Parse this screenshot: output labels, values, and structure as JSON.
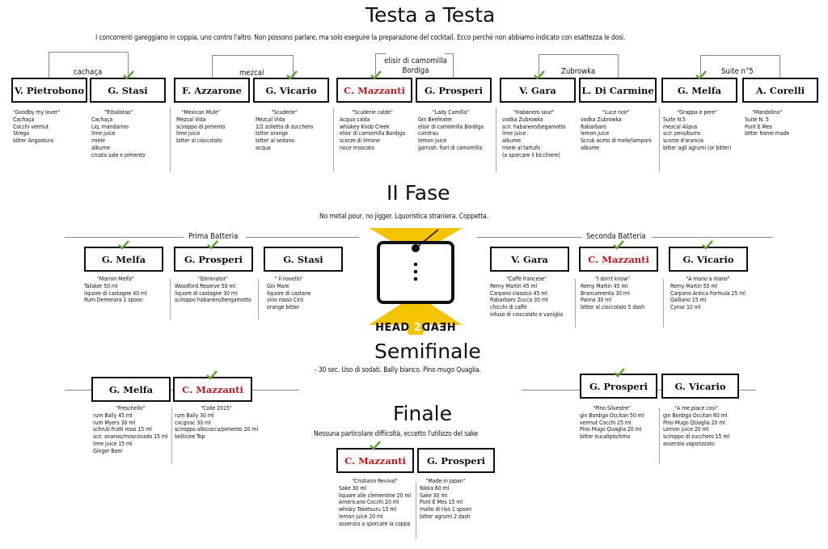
{
  "titles": {
    "round1": "Testa a Testa",
    "round2": "II Fase",
    "semi": "Semifinale",
    "final": "Finale"
  },
  "subtitles": {
    "round1": "I concorrenti gareggiano in coppia, uno contro l'altro. Non possono parlare, ma solo eseguire la preparazione del cocktail. Ecco perchè non abbiamo indicato con esattezza le dosi.",
    "round2": "No metal pour, no jigger. Lquoristica straniera. Coppetta.",
    "semi": "- 30 sec. Uso di sodati. Bally bianco. Pino mugo Quaglia.",
    "final": "Nessuna particolare difficoltà, eccetto l'utilizzo del sake"
  },
  "logo_text": "HEAD 2 HEAD",
  "round1": {
    "pairs": [
      {
        "label": "cachaça",
        "left": "V. Pietrobono",
        "right": "G. Stasi"
      },
      {
        "label": "mezcal",
        "left": "F. Azzarone",
        "right": "G. Vicario"
      },
      {
        "label": "elisir di camomilla Bordiga",
        "left": "C. Mazzanti",
        "right": "G. Prosperi"
      },
      {
        "label": "Zubrowka",
        "left": "V. Gara",
        "right": "L. Di Carmine"
      },
      {
        "label": "Suite n°5",
        "left": "G. Melfa",
        "right": "A. Corelli"
      }
    ],
    "recipes": [
      {
        "name": "\"Goodby my lover\"",
        "lines": [
          "Cachaça",
          "Cocchi vermut",
          "Strega",
          "bitter Angostura"
        ]
      },
      {
        "name": "\"Tribalistas\"",
        "lines": [
          "Cachaça",
          "Liq. mandarino",
          "lime juice",
          "miele",
          "albume",
          "crusta sale e pimento"
        ]
      },
      {
        "name": "\"Mexican Mule\"",
        "lines": [
          "Mezcal Vida",
          "sciroppo di pimento",
          "lime juice",
          "bitter al cioccolato"
        ]
      },
      {
        "name": "\"Scuderie\"",
        "lines": [
          "Mezcal Vida",
          "1/2 zolletta di zucchero",
          "bitter orange",
          "bitter al sedano",
          "acqua"
        ]
      },
      {
        "name": "\"Scuderie calde\"",
        "lines": [
          "Acqua calda",
          "whiskey Knob Creek",
          "elisir di camomilla Bordiga",
          "scorze di limone",
          "noce moscata"
        ]
      },
      {
        "name": "\"Lady Camilla\"",
        "lines": [
          "Gin Beefeater",
          "elisir di camomilla Bordiga",
          "cointrau",
          "lemon juice",
          "garnish: fiori di camomilla"
        ]
      },
      {
        "name": "\"Habanero sour\"",
        "lines": [
          "vodka Zubrowka",
          "scir. habanero/begamotto",
          "lime juice",
          "albume",
          "miele al tartufo",
          "(a sporcare il bicchiere)"
        ]
      },
      {
        "name": "\"Luce noir\"",
        "lines": [
          "vodka Zubrowka",
          "Rabarbaro",
          "lemon juice",
          "Scrub aceto di mele/lamponi",
          "albume"
        ]
      },
      {
        "name": "\"Grappa e pere\"",
        "lines": [
          "Suite N.5",
          "mezcal Alipus",
          "scir. pera/burro",
          "scorze d'arancia",
          "bitter agli agrumi (or bitter)"
        ]
      },
      {
        "name": "\"Mandolino\"",
        "lines": [
          "Suite N. 5",
          "Punt E Mes",
          "bitter home made"
        ]
      }
    ]
  },
  "round2": {
    "group1_label": "Prima Batteria",
    "group2_label": "Seconda Batteria",
    "boxes": [
      "G. Melfa",
      "G. Prosperi",
      "G. Stasi",
      "V. Gara",
      "C. Mazzanti",
      "G. Vicario"
    ],
    "recipes": [
      {
        "name": "\"Marron Melfa\"",
        "lines": [
          "Talisker 50 ml",
          "liquore di castagne 40 ml",
          "Rum Demerara 1 spoon"
        ]
      },
      {
        "name": "\"Eliminator\"",
        "lines": [
          "Woodford Reserve 50 ml",
          "liquore di castagne 30 ml",
          "sciroppo habanero/bergamotto"
        ]
      },
      {
        "name": "\" Il novello\"",
        "lines": [
          "Gin Mare",
          "liquore di castane",
          "vino rosso Cirò",
          "orange bitter"
        ]
      },
      {
        "name": "\"Caffè francese\"",
        "lines": [
          "Remy Martin 45 ml",
          "Carpano classico 45 ml",
          "Rabarbaro Zucca 30 ml",
          "chicchi di caffè",
          "infuso di cioccolato e vaniglia"
        ]
      },
      {
        "name": "\"I don't know\"",
        "lines": [
          "Remy Martin 45 ml",
          "Brancamenta 30 ml",
          "Panna 30 ml",
          "bitter al cioccolato 5 dash"
        ]
      },
      {
        "name": "\"A mano a mano\"",
        "lines": [
          "Remy Martin 50 ml",
          "Carpano Antica Formula 25 ml",
          "Galliano 15 ml",
          "Cynar 10 ml"
        ]
      }
    ]
  },
  "semifinal": {
    "boxes": [
      "G. Melfa",
      "C. Mazzanti",
      "G. Prosperi",
      "G. Vicario"
    ],
    "recipes": [
      {
        "name": "\"Freschello\"",
        "lines": [
          "rum Bally 45 ml",
          "rum Myers 30 ml",
          "schrub frutti rossi 15 ml",
          "scir. ananas/moscovado 15 ml",
          "lime juice 15 ml",
          "Ginger Beer"
        ]
      },
      {
        "name": "\"Colle 2015\"",
        "lines": [
          "rum Bally 30 ml",
          "cocgnac 30 ml",
          "sciroppo albicocca/pimento 20 ml",
          "bollicine Top"
        ]
      },
      {
        "name": "\"Pino Silvestre\"",
        "lines": [
          "gin Bordiga Occitan 50 ml",
          "vermut Cocchi 25 ml",
          "Pino Mugo Quaglia 20 ml",
          "bitter eucalipto/timo"
        ]
      },
      {
        "name": "\"A me piace così\"",
        "lines": [
          "gin Bordiga Occitan 60 ml",
          "Pino Mugo QUaglia 20 ml",
          "Lemon juice 20 ml",
          "sciroppo di zucchero 15 ml",
          "assenzio vaporizzato"
        ]
      }
    ]
  },
  "final": {
    "boxes": [
      "C. Mazzanti",
      "G. Prosperi"
    ],
    "recipes": [
      {
        "name": "\"Cristiano Revival\"",
        "lines": [
          "Sake 30 ml",
          "liquore alle clementine 20 ml",
          "Americano Cocchi 20 ml",
          "whisky Taketsuru 15 ml",
          "lemon juice 20 ml",
          "assenzio a sporcare la coppa"
        ]
      },
      {
        "name": "\"Made in Japan\"",
        "lines": [
          "Nikka 60 ml",
          "Sake 30 ml",
          "Punt E Mes 15 ml",
          "malto di riso 1 spoon",
          "bitter agrumi 2 dash"
        ]
      }
    ]
  },
  "colors": {
    "winner_name": "#c0191f",
    "check": "#5aa02c",
    "logo_yellow": "#f5c400"
  }
}
